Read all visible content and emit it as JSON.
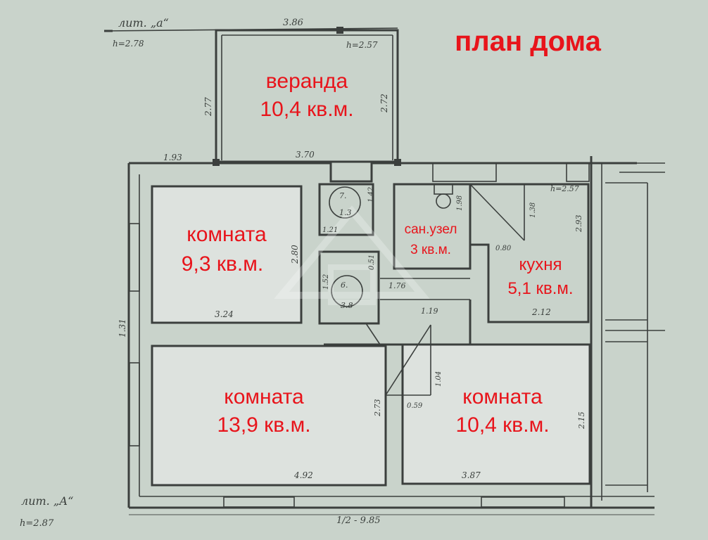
{
  "title": "план дома",
  "rooms": {
    "veranda": {
      "name": "веранда",
      "area": "10,4 кв.м."
    },
    "room_a": {
      "name": "комната",
      "area": "9,3 кв.м."
    },
    "bathroom": {
      "name": "сан.узел",
      "area": "3 кв.м."
    },
    "kitchen": {
      "name": "кухня",
      "area": "5,1 кв.м."
    },
    "room_b": {
      "name": "комната",
      "area": "13,9 кв.м."
    },
    "room_c": {
      "name": "комната",
      "area": "10,4 кв.м."
    }
  },
  "annotations": {
    "lit_a_top": "лит. „а“",
    "h_top": "h=2.78",
    "lit_a_bottom": "лит. „А“",
    "h_bottom": "h=2.87",
    "h_veranda": "h=2.57",
    "h_kitchen": "h=2.57",
    "overall": "1/2 - 9.85",
    "room7_num": "7.",
    "room7_area": "1.3",
    "room6_num": "6.",
    "room6_area": "3.8"
  },
  "dimensions": {
    "veranda_top": "3.86",
    "veranda_left": "2.77",
    "veranda_right": "2.72",
    "top_left": "1.93",
    "top_mid": "3.70",
    "room_a_height": "2.80",
    "room_a_width": "3.24",
    "left_side": "1.31",
    "room7_width": "1.21",
    "room7_height": "1.42",
    "room6_width": "0.51",
    "room6_height": "1.52",
    "hall_width": "1.76",
    "bath_height": "1.98",
    "kitchen_inner": "1.38",
    "kitchen_small": "0.80",
    "kitchen_height": "2.93",
    "kitchen_width": "2.12",
    "corridor": "1.19",
    "corridor_h": "1.04",
    "room_b_height": "2.73",
    "room_b_width": "4.92",
    "small_dim": "0.59",
    "room_c_height": "2.15",
    "room_c_width": "3.87"
  }
}
